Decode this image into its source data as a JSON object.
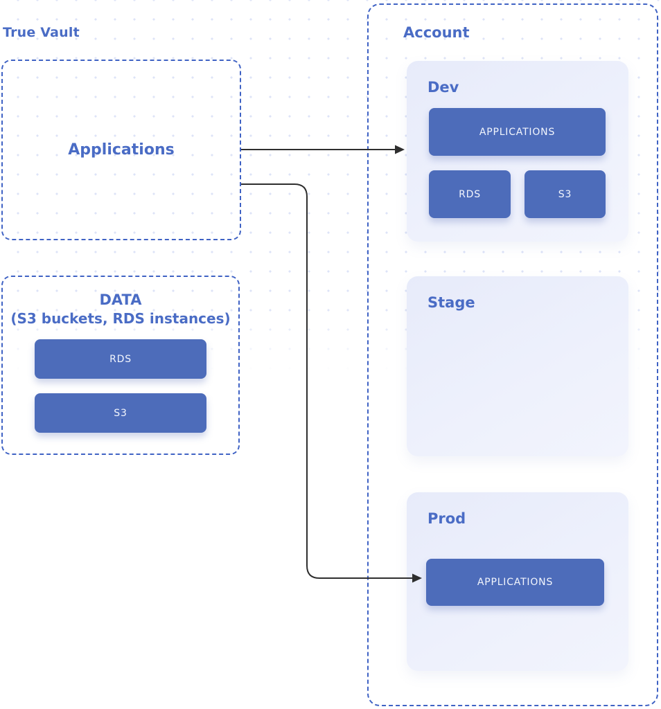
{
  "diagram": {
    "left_group": {
      "title": "True Vault",
      "applications_box": {
        "label": "Applications"
      },
      "data_box": {
        "title": "DATA",
        "subtitle": "(S3 buckets, RDS instances)",
        "items": [
          {
            "label": "RDS"
          },
          {
            "label": "S3"
          }
        ]
      }
    },
    "account": {
      "title": "Account",
      "environments": [
        {
          "name": "Dev",
          "applications_label": "APPLICATIONS",
          "services": [
            {
              "label": "RDS"
            },
            {
              "label": "S3"
            }
          ]
        },
        {
          "name": "Stage"
        },
        {
          "name": "Prod",
          "applications_label": "APPLICATIONS"
        }
      ]
    },
    "connections": [
      {
        "from": "true-vault-applications",
        "to": "dev-applications"
      },
      {
        "from": "true-vault-applications",
        "to": "prod-applications"
      }
    ]
  },
  "colors": {
    "accent_text": "#4a6cc5",
    "dashed_border": "#3f62c4",
    "node_fill": "#4d6cba",
    "node_text": "#f3f6fd",
    "panel_fill": "#e9edfb",
    "arrow": "#2e2e2e",
    "dot_grid": "#dde3f7"
  }
}
